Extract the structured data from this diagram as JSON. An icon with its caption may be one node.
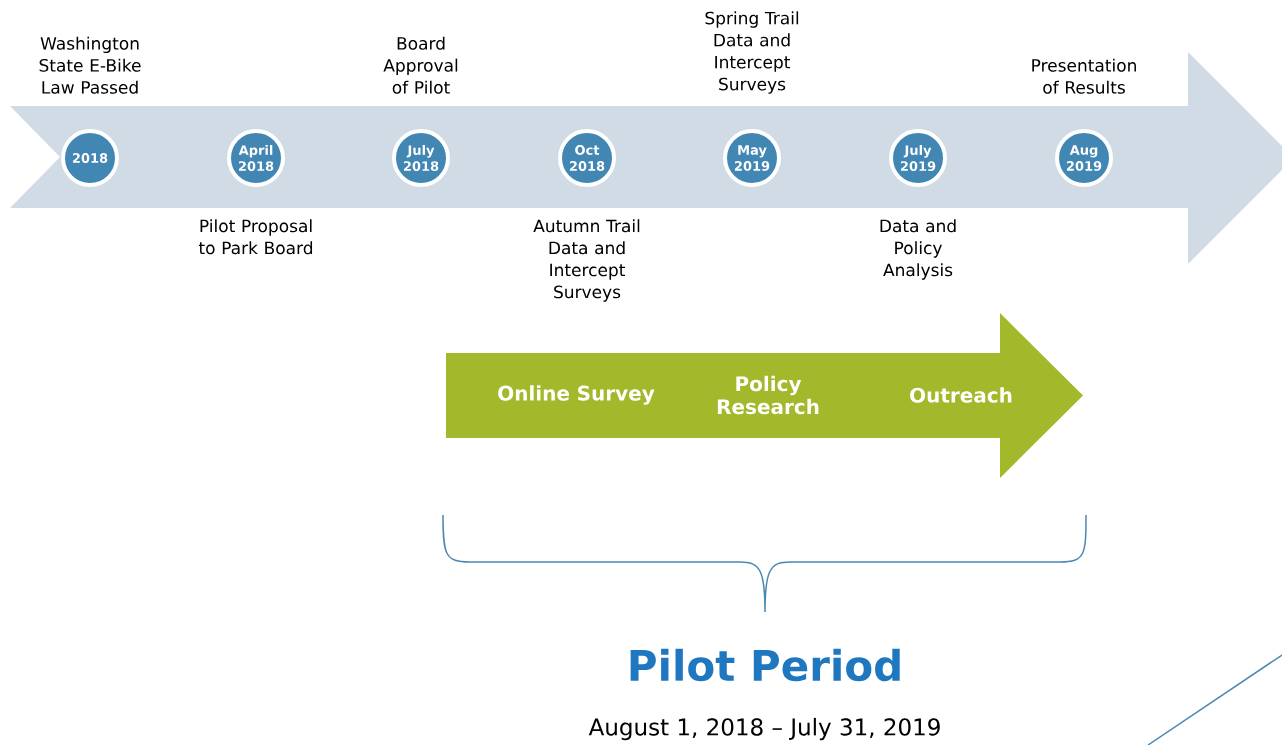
{
  "diagram": {
    "nodes": [
      {
        "text": [
          "2018"
        ],
        "beside": [
          "Washington State E-Bike Law Passed"
        ]
      },
      {
        "text": [
          "April 2018"
        ],
        "beside": [
          "Pilot Proposal to Park Board"
        ]
      },
      {
        "text": [
          "July 2018"
        ],
        "beside": [
          "Board Approval of Pilot"
        ]
      },
      {
        "text": [
          "Oct 2018"
        ]
      },
      {
        "text": [
          "May 2019"
        ],
        "beside": [
          "Spring Trail Data and Intercept Surveys"
        ]
      },
      {
        "text": [
          "July 2019"
        ],
        "beside": [
          "Data and Policy Analysis"
        ]
      },
      {
        "text": [
          "Aug 2019"
        ],
        "beside": [
          "Presentation of Results"
        ]
      },
      {
        "text": [
          "Online Survey",
          "Policy Research",
          "Outreach"
        ]
      }
    ],
    "labels": [
      "Autumn Trail Data and Intercept Surveys",
      "Pilot Period",
      "August 1, 2018 – July 31, 2019"
    ]
  }
}
